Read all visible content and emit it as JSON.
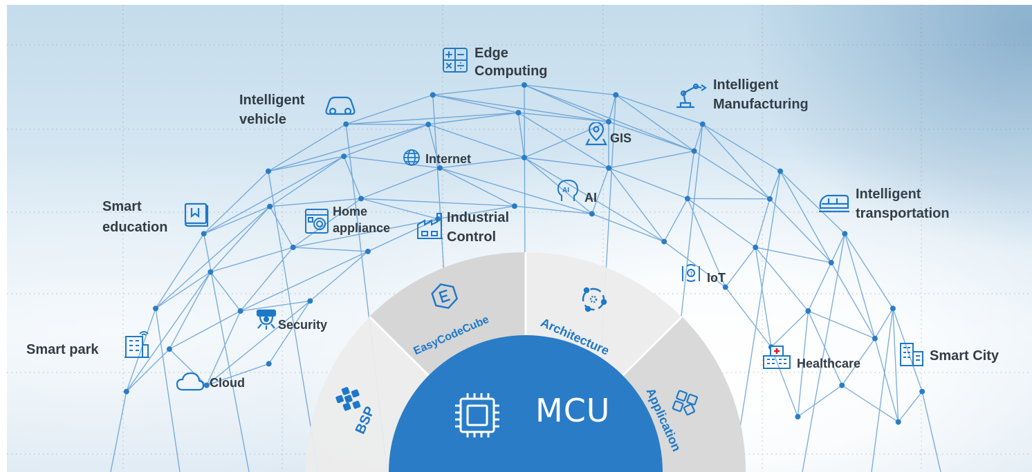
{
  "center": {
    "label": "MCU",
    "icon": "chip-icon"
  },
  "segments": [
    {
      "id": "bsp",
      "label": "BSP",
      "icon": "bsp-icon"
    },
    {
      "id": "easycodecube",
      "label": "EasyCodeCube",
      "icon": "easycodecube-logo-icon"
    },
    {
      "id": "architecture",
      "label": "Architecture",
      "icon": "architecture-icon"
    },
    {
      "id": "application",
      "label": "Application",
      "icon": "application-grid-icon"
    }
  ],
  "applications": {
    "edge_computing": {
      "lines": [
        "Edge",
        "Computing"
      ],
      "icon": "calculator-icon"
    },
    "intelligent_vehicle": {
      "lines": [
        "Intelligent",
        "vehicle"
      ],
      "icon": "car-icon"
    },
    "intelligent_manufacturing": {
      "lines": [
        "Intelligent",
        "Manufacturing"
      ],
      "icon": "robot-arm-icon"
    },
    "gis": {
      "label": "GIS",
      "icon": "map-pin-icon"
    },
    "internet": {
      "label": "Internet",
      "icon": "globe-icon"
    },
    "ai": {
      "label": "AI",
      "icon": "ai-head-icon"
    },
    "smart_education": {
      "lines": [
        "Smart",
        "education"
      ],
      "icon": "book-icon"
    },
    "home_appliance": {
      "lines": [
        "Home",
        "appliance"
      ],
      "icon": "washing-machine-icon"
    },
    "industrial_control": {
      "lines": [
        "Industrial",
        "Control"
      ],
      "icon": "factory-icon"
    },
    "intelligent_transportation": {
      "lines": [
        "Intelligent",
        "transportation"
      ],
      "icon": "train-icon"
    },
    "iot": {
      "label": "IoT",
      "icon": "iot-icon"
    },
    "security": {
      "label": "Security",
      "icon": "security-camera-icon"
    },
    "smart_park": {
      "label": "Smart park",
      "icon": "building-icon"
    },
    "cloud": {
      "label": "Cloud",
      "icon": "cloud-icon"
    },
    "healthcare": {
      "label": "Healthcare",
      "icon": "hospital-icon"
    },
    "smart_city": {
      "label": "Smart City",
      "icon": "city-icon"
    }
  },
  "colors": {
    "accent": "#1e78c8",
    "mcu_fill": "#2a7cc6",
    "ring_fill": "#e8e8e8",
    "segment_fill": "#d9d9d9",
    "mesh_line": "#4a8fd0",
    "label_text": "#333c44"
  }
}
